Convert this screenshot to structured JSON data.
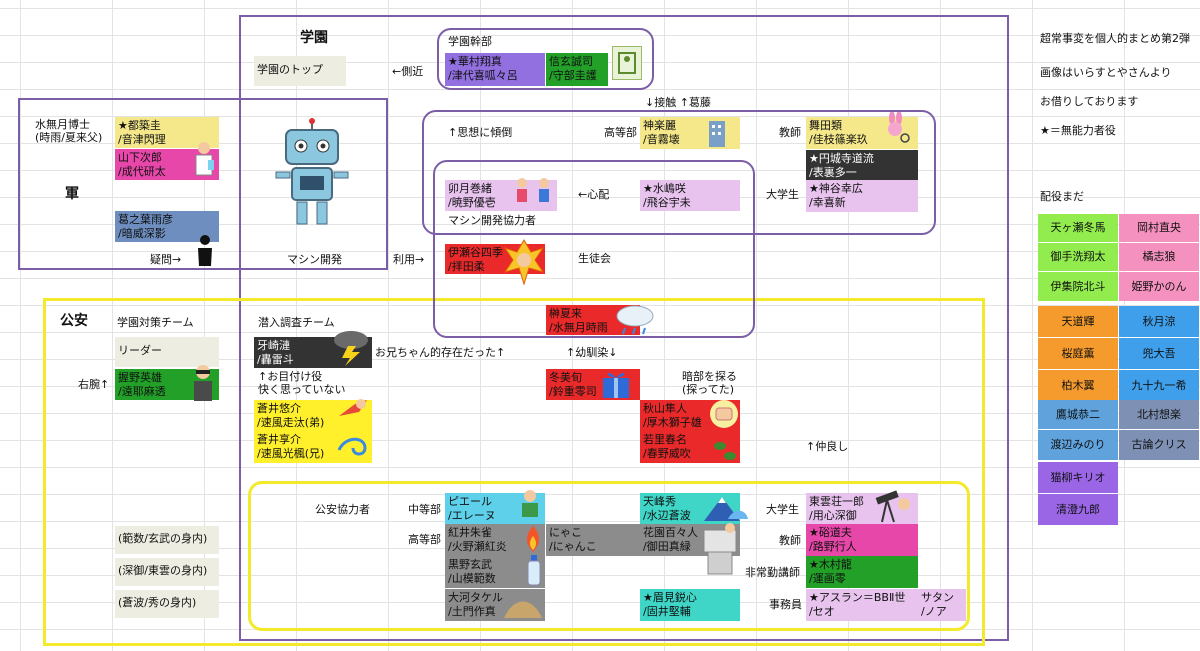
{
  "right_panel": {
    "notes": [
      "超常事変を個人的まとめ第2弾",
      "画像はいらすとやさんより",
      "お借りしております",
      "★＝無能力者役"
    ],
    "unassigned_title": "配役まだ",
    "unassigned": [
      [
        "天ヶ瀬冬馬",
        "岡村直央"
      ],
      [
        "御手洗翔太",
        "橘志狼"
      ],
      [
        "伊集院北斗",
        "姫野かのん"
      ],
      [
        "天道輝",
        "秋月涼"
      ],
      [
        "桜庭薫",
        "兜大吾"
      ],
      [
        "柏木翼",
        "九十九一希"
      ],
      [
        "鷹城恭二",
        "北村想楽"
      ],
      [
        "渡辺みのり",
        "古論クリス"
      ],
      [
        "猫柳キリオ",
        ""
      ],
      [
        "清澄九郎",
        ""
      ]
    ]
  },
  "academy": {
    "title": "学園",
    "top": "学園のトップ",
    "aide": "←側近",
    "exec_title": "学園幹部",
    "exec": [
      "★華村翔真",
      "/津代喜呱々呂"
    ],
    "exec2": [
      "信玄誠司",
      "/守部圭護"
    ],
    "contact": "↓接触 ↑葛藤",
    "robot_caption": "マシン開発",
    "use": "利用→",
    "ideology": "↑思想に傾倒",
    "high_label": "高等部",
    "teacher_label": "教師",
    "univ_label": "大学生",
    "kagura": [
      "神楽麗",
      "/音霧壊"
    ],
    "maita": [
      "舞田類",
      "/佳枝篠楽玖"
    ],
    "enjoji": [
      "★円城寺道流",
      "/表裏多一"
    ],
    "uzuki": [
      "卯月巻緒",
      "/暁野優壱"
    ],
    "worry": "←心配",
    "mizushima": [
      "★水嶋咲",
      "/飛谷宇未"
    ],
    "kamiya": [
      "★神谷幸広",
      "/幸喜新"
    ],
    "machine_helper": "マシン開発協力者",
    "isegaya": [
      "伊瀬谷四季",
      "/拝田柔"
    ],
    "student_council": "生徒会",
    "sakaki": [
      "榊夏来",
      "/水無月時雨"
    ]
  },
  "military": {
    "name_label": [
      "水無月博士",
      "(時雨/夏来父)"
    ],
    "title": "軍",
    "miyako": [
      "★都築圭",
      "/音津閃理"
    ],
    "yamashita": [
      "山下次郎",
      "/成代研太"
    ],
    "kuzunoha": [
      "葛之葉雨彦",
      "/暗威深影"
    ],
    "question": "疑問→"
  },
  "police": {
    "title": "公安",
    "team": "学園対策チーム",
    "leader": "リーダー",
    "right_hand": "右腕↑",
    "hazama": [
      "握野英雄",
      "/遠耶麻透"
    ],
    "undercover": "潜入調査チーム",
    "kizaki": [
      "牙崎漣",
      "/轟雷斗"
    ],
    "brotherly": "お兄ちゃん的存在だった↑",
    "childhood": "↑幼馴染↓",
    "watcher": [
      "↑お目付け役",
      "快く思っていない"
    ],
    "aoi_yusuke": [
      "蒼井悠介",
      "/速風走汰(弟)"
    ],
    "aoi_kyosuke": [
      "蒼井享介",
      "/速風光楓(兄)"
    ],
    "fuyumi": [
      "冬美旬",
      "/鈴重零司"
    ],
    "dark_search": [
      "暗部を探る",
      "(探ってた)"
    ],
    "akiyama": [
      "秋山隼人",
      "/厚木獅子雄"
    ],
    "wakazato": [
      "若里春名",
      "/春野威吹"
    ],
    "friendly": "↑仲良し",
    "cooperator": "公安協力者",
    "middle_label": "中等部",
    "high_label": "高等部",
    "univ_label": "大学生",
    "teacher_label": "教師",
    "part_time": "非常勤講師",
    "staff": "事務員",
    "pierre": [
      "ピエール",
      "/エレーヌ"
    ],
    "amamine": [
      "天峰秀",
      "/水辺蒼波"
    ],
    "shinonome": [
      "東雲荘一郎",
      "/用心深御"
    ],
    "akai": [
      "紅井朱雀",
      "/火野瀬紅炎"
    ],
    "nyanko": [
      "にゃこ",
      "/にゃんこ"
    ],
    "hanazono": [
      "花園百々人",
      "/御田真緑"
    ],
    "kazuo": [
      "★硲道夫",
      "/路野行人"
    ],
    "kurono": [
      "黒野玄武",
      "/山模範数"
    ],
    "kimura": [
      "★木村龍",
      "/運画零"
    ],
    "ookawa": [
      "大河タケル",
      "/土門作真"
    ],
    "mayumi": [
      "★眉見鋭心",
      "/固井堅輔"
    ],
    "aslan": [
      "★アスラン＝BBⅡ世",
      "/セオ"
    ],
    "satan": [
      "サタン",
      "/ノア"
    ],
    "relatives": [
      "(範数/玄武の身内)",
      "(深御/東雲の身内)",
      "(蒼波/秀の身内)"
    ]
  }
}
